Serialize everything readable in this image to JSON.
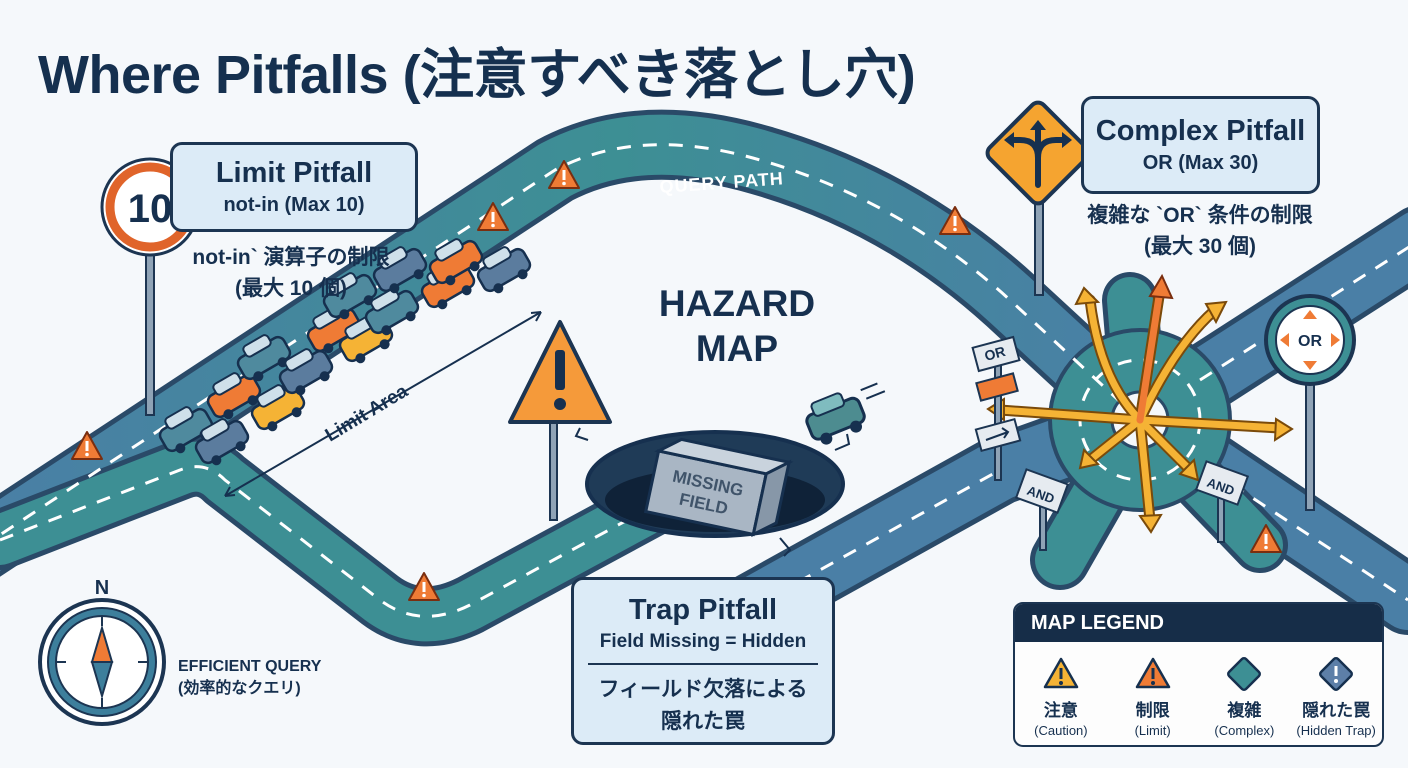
{
  "title": "Where Pitfalls (注意すべき落とし穴)",
  "road": {
    "path_label": "QUERY PATH",
    "limit_area_label": "Limit Area"
  },
  "hazard_map": {
    "line1": "HAZARD",
    "line2": "MAP"
  },
  "limit_pitfall": {
    "sign_number": "10",
    "title": "Limit Pitfall",
    "subtitle": "not-in (Max 10)",
    "note_line1": "not-in` 演算子の制限",
    "note_line2": "(最大 10 個)"
  },
  "complex_pitfall": {
    "title": "Complex Pitfall",
    "subtitle": "OR (Max 30)",
    "note_line1": "複雑な `OR` 条件の制限",
    "note_line2": "(最大 30 個)",
    "round_sign": "OR",
    "street_sign_or": "OR",
    "and_sign_left": "AND",
    "and_sign_right": "AND"
  },
  "trap_pitfall": {
    "title": "Trap Pitfall",
    "subtitle": "Field Missing = Hidden",
    "note_line1": "フィールド欠落による",
    "note_line2": "隠れた罠",
    "block_line1": "MISSING",
    "block_line2": "FIELD"
  },
  "compass": {
    "north": "N",
    "label_line1": "EFFICIENT QUERY",
    "label_line2": "(効率的なクエリ)"
  },
  "legend": {
    "heading": "MAP LEGEND",
    "items": [
      {
        "jp": "注意",
        "en": "(Caution)",
        "icon": "caution-triangle-icon",
        "color": "#f5b335"
      },
      {
        "jp": "制限",
        "en": "(Limit)",
        "icon": "limit-triangle-icon",
        "color": "#ef7b35"
      },
      {
        "jp": "複雑",
        "en": "(Complex)",
        "icon": "complex-diamond-icon",
        "color": "#3d8f94"
      },
      {
        "jp": "隠れた罠",
        "en": "(Hidden Trap)",
        "icon": "hidden-trap-diamond-icon",
        "color": "#5d7fa8"
      }
    ]
  },
  "colors": {
    "road": "#4a7fa6",
    "road_dark": "#2d4f6e",
    "road_teal": "#3d8f94",
    "caution": "#f5b335",
    "limit": "#ef7b35",
    "navy": "#16304f",
    "callout_fill": "#dcebf7"
  }
}
